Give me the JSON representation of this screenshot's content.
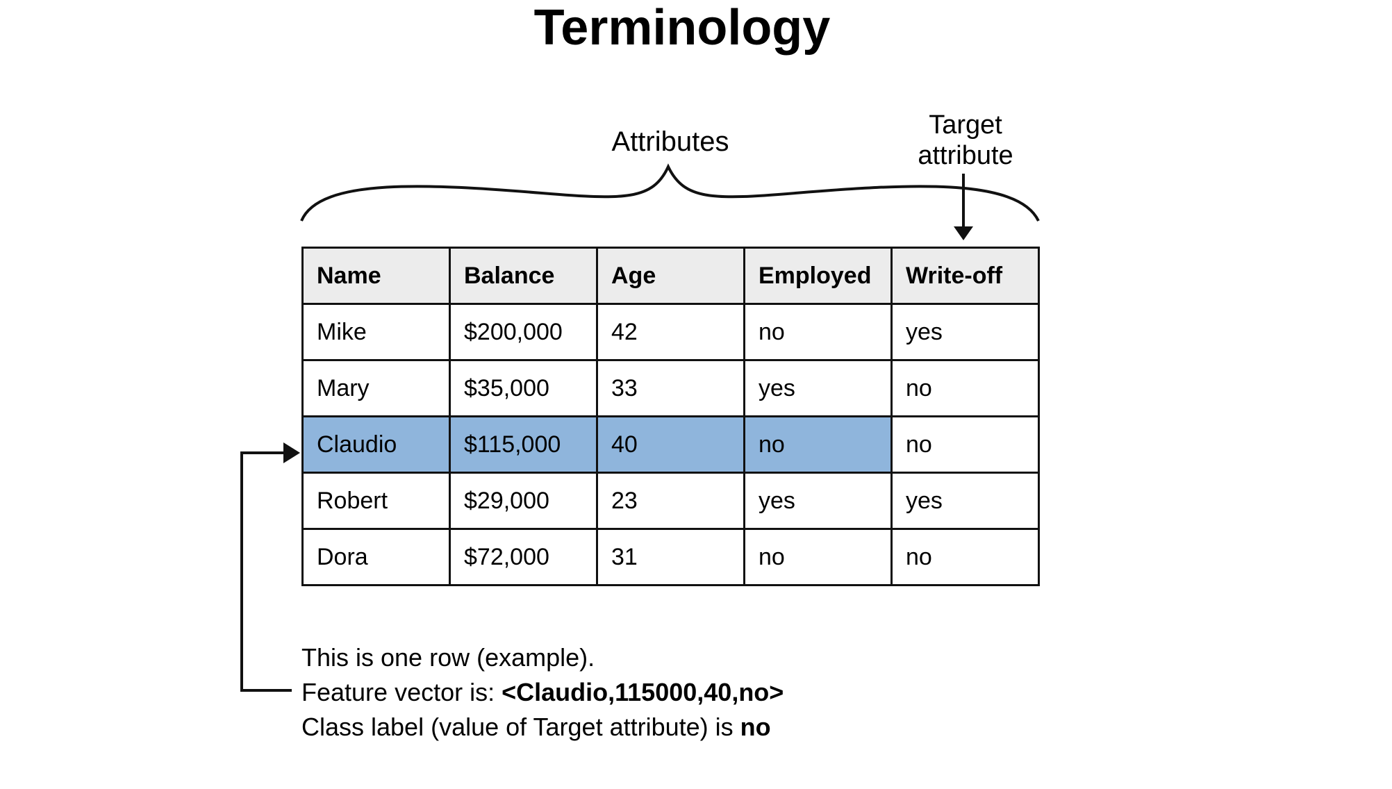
{
  "title": "Terminology",
  "labels": {
    "attributes": "Attributes",
    "target_line1": "Target",
    "target_line2": "attribute"
  },
  "table": {
    "headers": [
      "Name",
      "Balance",
      "Age",
      "Employed",
      "Write-off"
    ],
    "rows": [
      [
        "Mike",
        "$200,000",
        "42",
        "no",
        "yes"
      ],
      [
        "Mary",
        "$35,000",
        "33",
        "yes",
        "no"
      ],
      [
        "Claudio",
        "$115,000",
        "40",
        "no",
        "no"
      ],
      [
        "Robert",
        "$29,000",
        "23",
        "yes",
        "yes"
      ],
      [
        "Dora",
        "$72,000",
        "31",
        "no",
        "no"
      ]
    ],
    "highlighted_row": 2,
    "highlight_color": "#8fb5dc",
    "header_bg": "#ececec"
  },
  "notes": {
    "line1": "This is one row (example).",
    "line2_prefix": "Feature vector is: ",
    "line2_bold": "<Claudio,115000,40,no>",
    "line3_prefix": "Class label (value of Target attribute) is ",
    "line3_bold": "no"
  }
}
